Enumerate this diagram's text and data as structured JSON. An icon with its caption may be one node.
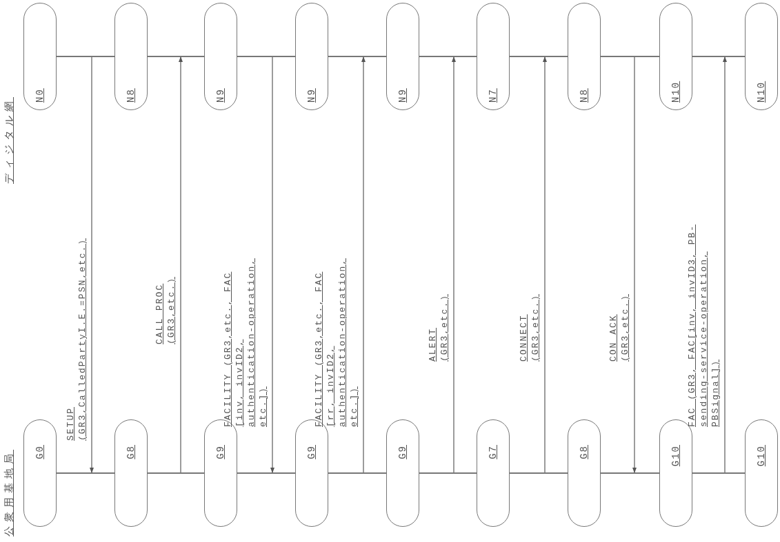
{
  "diagram": {
    "nodes": [
      {
        "text": [
          "G0"
        ]
      },
      {
        "text": [
          "G8"
        ]
      },
      {
        "text": [
          "G9"
        ]
      },
      {
        "text": [
          "G9"
        ]
      },
      {
        "text": [
          "G9"
        ]
      },
      {
        "text": [
          "G7"
        ]
      },
      {
        "text": [
          "G8"
        ]
      },
      {
        "text": [
          "G10"
        ]
      },
      {
        "text": [
          "G10"
        ]
      },
      {
        "text": [
          "N0"
        ]
      },
      {
        "text": [
          "N8"
        ]
      },
      {
        "text": [
          "N9"
        ]
      },
      {
        "text": [
          "N9"
        ]
      },
      {
        "text": [
          "N9"
        ]
      },
      {
        "text": [
          "N7"
        ]
      },
      {
        "text": [
          "N8"
        ]
      },
      {
        "text": [
          "N10"
        ]
      },
      {
        "text": [
          "N10"
        ]
      },
      {
        "text": [],
        "shape": "bar"
      },
      {
        "text": [],
        "shape": "bar"
      },
      {
        "text": [],
        "shape": "bar"
      },
      {
        "text": [],
        "shape": "bar"
      },
      {
        "text": [],
        "shape": "bar"
      },
      {
        "text": [],
        "shape": "bar"
      },
      {
        "text": [],
        "shape": "bar"
      },
      {
        "text": [],
        "shape": "bar"
      },
      {
        "text": [],
        "shape": "bar"
      },
      {
        "text": [],
        "shape": "bar"
      },
      {
        "text": [],
        "shape": "bar"
      },
      {
        "text": [],
        "shape": "bar"
      },
      {
        "text": [],
        "shape": "bar"
      },
      {
        "text": [],
        "shape": "bar"
      },
      {
        "text": [],
        "shape": "bar"
      },
      {
        "text": [],
        "shape": "bar"
      }
    ],
    "edges": [
      {
        "from": 26,
        "to": 18,
        "arrow": "to",
        "label": "SETUP (GR3,CalledPartyI.E.=PSN,etc.)"
      },
      {
        "from": 19,
        "to": 27,
        "arrow": "to",
        "label": "CALL PROC (GR3,etc.)"
      },
      {
        "from": 28,
        "to": 20,
        "arrow": "to",
        "label": "FACILITY (GR3,etc., FAC [inv, invID2, authentication-operation, etc.])"
      },
      {
        "from": 21,
        "to": 29,
        "arrow": "to",
        "label": "FACILITY (GR3,etc., FAC [rr, invID2, authentication-operation, etc.])"
      },
      {
        "from": 22,
        "to": 30,
        "arrow": "to",
        "label": "ALERT (GR3,etc.)"
      },
      {
        "from": 23,
        "to": 31,
        "arrow": "to",
        "label": "CONNECT (GR3,etc.)"
      },
      {
        "from": 32,
        "to": 24,
        "arrow": "to",
        "label": "CON ACK (GR3,etc.)"
      },
      {
        "from": 25,
        "to": 33,
        "arrow": "to",
        "label": "FAC (GR3, FAC[inv, invID3, PB-sending-service-operation, PBSignal])"
      }
    ],
    "labels": [
      "公衆用基地局",
      "ディジタル網"
    ]
  }
}
